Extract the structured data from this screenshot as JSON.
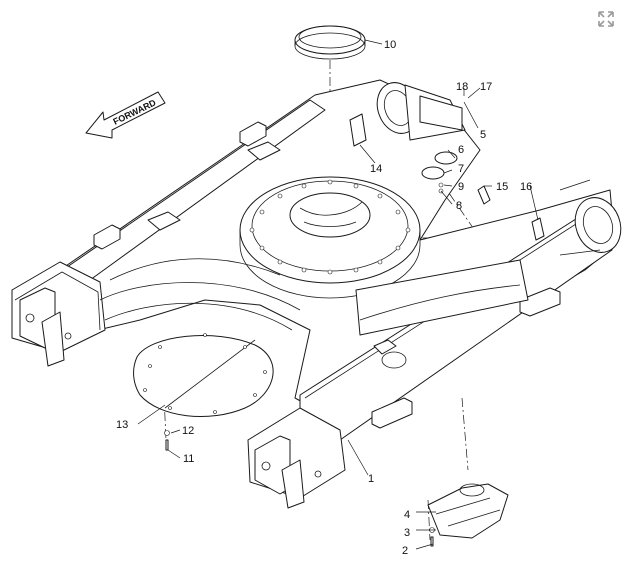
{
  "diagram": {
    "type": "exploded parts drawing",
    "direction_arrow_text": "FORWARD",
    "callouts": [
      "1",
      "2",
      "3",
      "4",
      "5",
      "6",
      "7",
      "8",
      "9",
      "10",
      "11",
      "12",
      "13",
      "14",
      "15",
      "16",
      "17",
      "18"
    ]
  },
  "toolbar": {
    "expand_icon": "expand-icon"
  }
}
